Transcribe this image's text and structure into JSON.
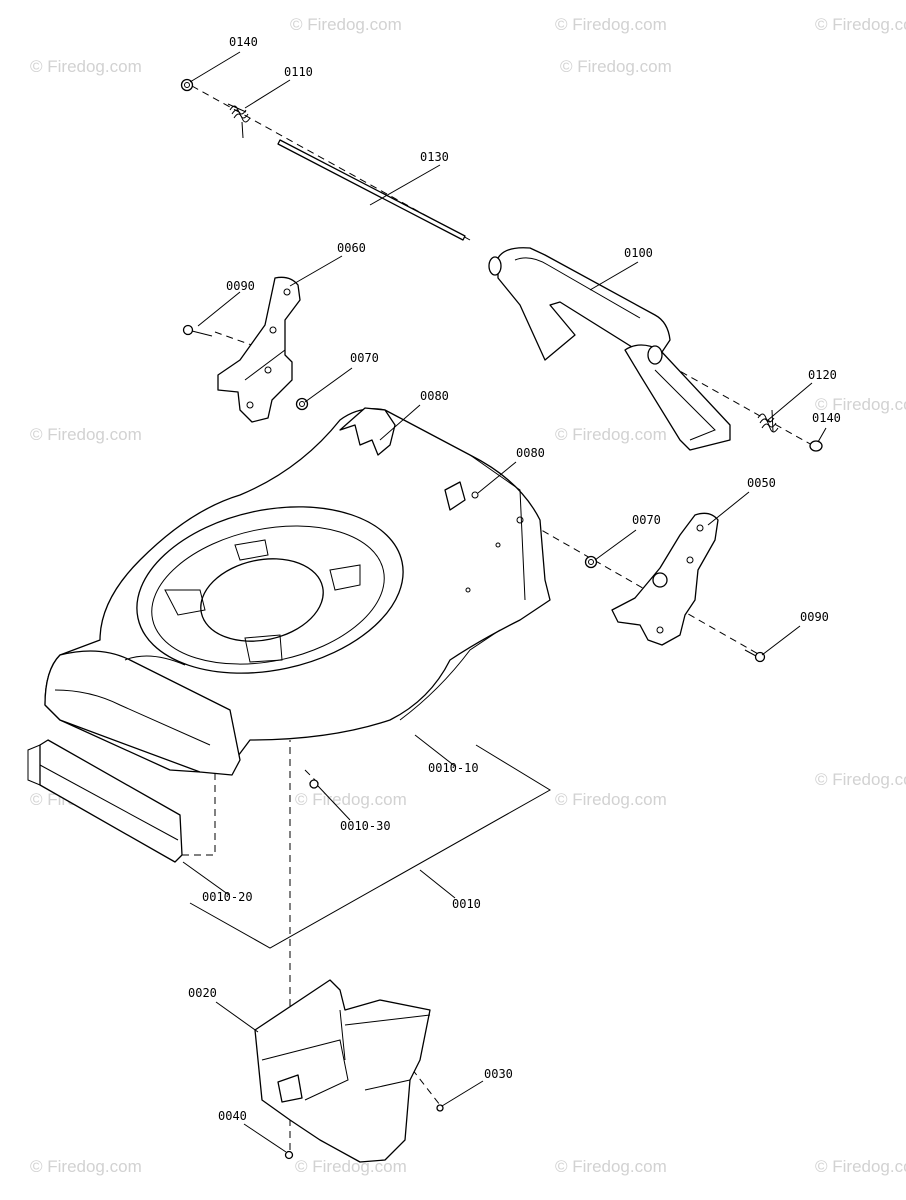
{
  "watermark": "© Firedog.com",
  "colors": {
    "ink": "#000000",
    "watermark": "#d2d2d2",
    "background": "#ffffff"
  },
  "labels": {
    "p0140_top": "0140",
    "p0110": "0110",
    "p0130": "0130",
    "p0060": "0060",
    "p0090_left": "0090",
    "p0070_left": "0070",
    "p0080_top": "0080",
    "p0100": "0100",
    "p0120": "0120",
    "p0140_right": "0140",
    "p0080_mid": "0080",
    "p0050": "0050",
    "p0070_right": "0070",
    "p0090_right": "0090",
    "p0010_10": "0010-10",
    "p0010_30": "0010-30",
    "p0010_20": "0010-20",
    "p0010": "0010",
    "p0020": "0020",
    "p0030": "0030",
    "p0040": "0040"
  }
}
